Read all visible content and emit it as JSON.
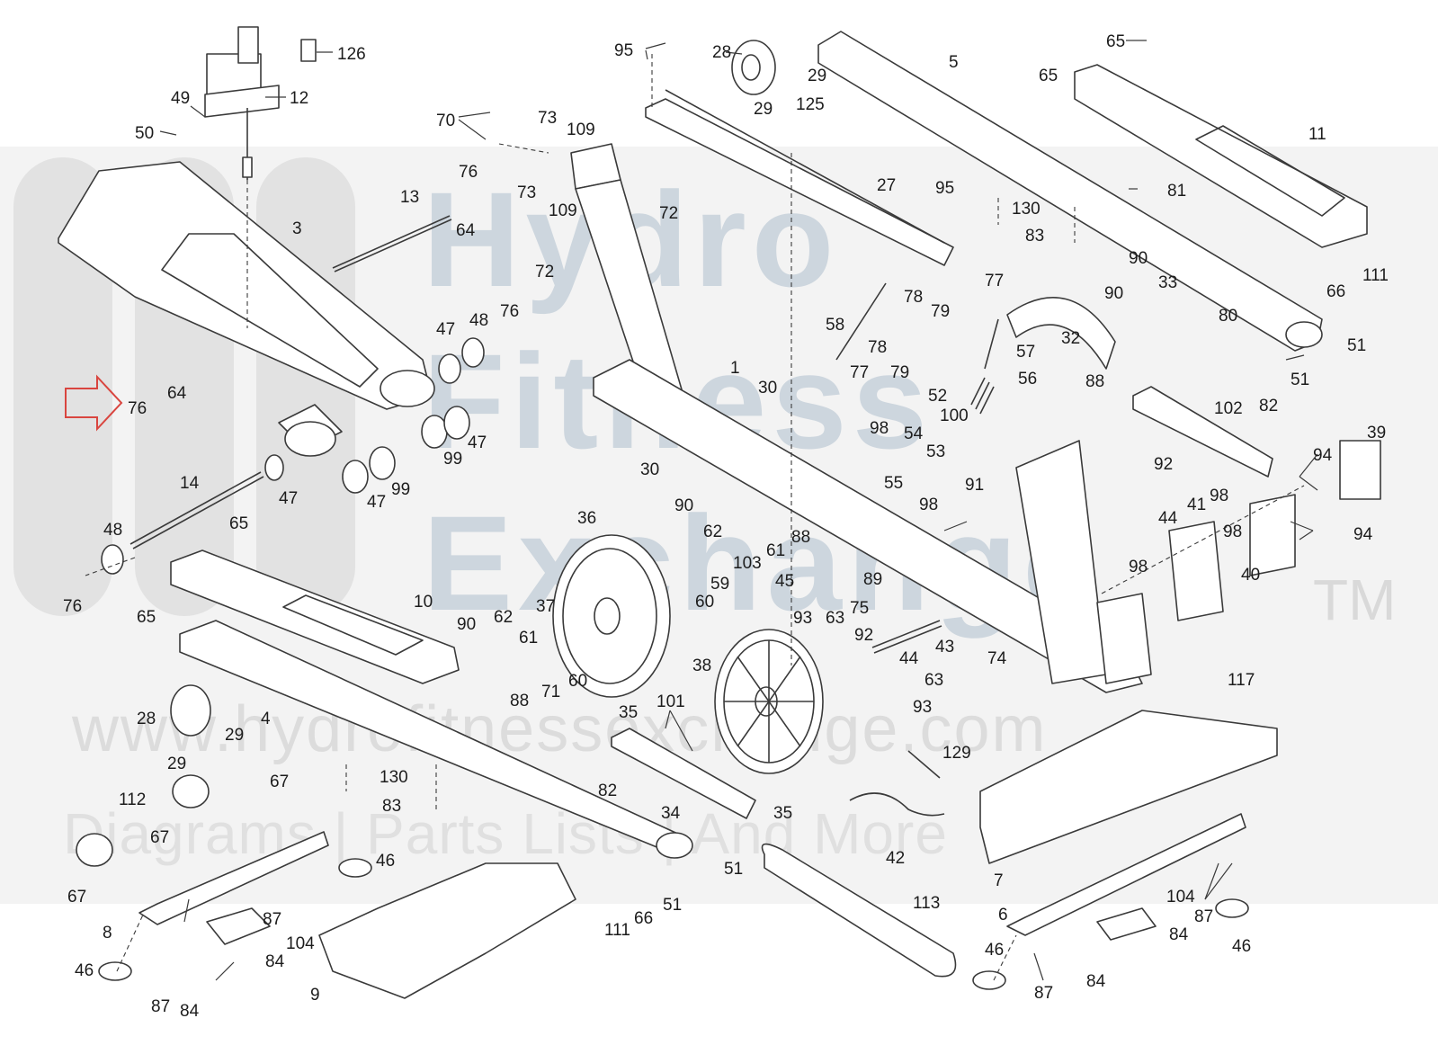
{
  "watermark": {
    "line1": "Hydro",
    "line2": "Fitness",
    "line3": "Exchange",
    "tm": "TM",
    "url": "www.hydrofitnessexchange.com",
    "tagline": "Diagrams | Parts Lists | And More"
  },
  "callouts": [
    {
      "id": "c126",
      "text": "126"
    },
    {
      "id": "c12",
      "text": "12"
    },
    {
      "id": "c49",
      "text": "49"
    },
    {
      "id": "c50",
      "text": "50"
    },
    {
      "id": "c3",
      "text": "3"
    },
    {
      "id": "c13",
      "text": "13"
    },
    {
      "id": "c76a",
      "text": "76"
    },
    {
      "id": "c64a",
      "text": "64"
    },
    {
      "id": "c47a",
      "text": "47"
    },
    {
      "id": "c48a",
      "text": "48"
    },
    {
      "id": "c76b",
      "text": "76"
    },
    {
      "id": "c76c",
      "text": "76"
    },
    {
      "id": "c64b",
      "text": "64"
    },
    {
      "id": "c99a",
      "text": "99"
    },
    {
      "id": "c47b",
      "text": "47"
    },
    {
      "id": "c47c",
      "text": "47"
    },
    {
      "id": "c99b",
      "text": "99"
    },
    {
      "id": "c47d",
      "text": "47"
    },
    {
      "id": "c14",
      "text": "14"
    },
    {
      "id": "c48b",
      "text": "48"
    },
    {
      "id": "c65a",
      "text": "65"
    },
    {
      "id": "c76d",
      "text": "76"
    },
    {
      "id": "c65b",
      "text": "65"
    },
    {
      "id": "c10",
      "text": "10"
    },
    {
      "id": "c70",
      "text": "70"
    },
    {
      "id": "c73a",
      "text": "73"
    },
    {
      "id": "c109a",
      "text": "109"
    },
    {
      "id": "c73b",
      "text": "73"
    },
    {
      "id": "c109b",
      "text": "109"
    },
    {
      "id": "c72a",
      "text": "72"
    },
    {
      "id": "c72b",
      "text": "72"
    },
    {
      "id": "c95a",
      "text": "95"
    },
    {
      "id": "c28a",
      "text": "28"
    },
    {
      "id": "c29a",
      "text": "29"
    },
    {
      "id": "c29b",
      "text": "29"
    },
    {
      "id": "c125",
      "text": "125"
    },
    {
      "id": "c5",
      "text": "5"
    },
    {
      "id": "c65c",
      "text": "65"
    },
    {
      "id": "c65d",
      "text": "65"
    },
    {
      "id": "c11",
      "text": "11"
    },
    {
      "id": "c27",
      "text": "27"
    },
    {
      "id": "c95b",
      "text": "95"
    },
    {
      "id": "c130a",
      "text": "130"
    },
    {
      "id": "c83a",
      "text": "83"
    },
    {
      "id": "c81",
      "text": "81"
    },
    {
      "id": "c90a",
      "text": "90"
    },
    {
      "id": "c90b",
      "text": "90"
    },
    {
      "id": "c33",
      "text": "33"
    },
    {
      "id": "c111a",
      "text": "111"
    },
    {
      "id": "c66a",
      "text": "66"
    },
    {
      "id": "c80",
      "text": "80"
    },
    {
      "id": "c51a",
      "text": "51"
    },
    {
      "id": "c51b",
      "text": "51"
    },
    {
      "id": "c88a",
      "text": "88"
    },
    {
      "id": "c77a",
      "text": "77"
    },
    {
      "id": "c78a",
      "text": "78"
    },
    {
      "id": "c79a",
      "text": "79"
    },
    {
      "id": "c78b",
      "text": "78"
    },
    {
      "id": "c79b",
      "text": "79"
    },
    {
      "id": "c58",
      "text": "58"
    },
    {
      "id": "c77b",
      "text": "77"
    },
    {
      "id": "c57",
      "text": "57"
    },
    {
      "id": "c32",
      "text": "32"
    },
    {
      "id": "c56",
      "text": "56"
    },
    {
      "id": "c52",
      "text": "52"
    },
    {
      "id": "c100",
      "text": "100"
    },
    {
      "id": "c1",
      "text": "1"
    },
    {
      "id": "c30a",
      "text": "30"
    },
    {
      "id": "c30b",
      "text": "30"
    },
    {
      "id": "c102",
      "text": "102"
    },
    {
      "id": "c82a",
      "text": "82"
    },
    {
      "id": "c39",
      "text": "39"
    },
    {
      "id": "c98a",
      "text": "98"
    },
    {
      "id": "c54",
      "text": "54"
    },
    {
      "id": "c53",
      "text": "53"
    },
    {
      "id": "c55",
      "text": "55"
    },
    {
      "id": "c98b",
      "text": "98"
    },
    {
      "id": "c91",
      "text": "91"
    },
    {
      "id": "c92a",
      "text": "92"
    },
    {
      "id": "c94a",
      "text": "94"
    },
    {
      "id": "c44a",
      "text": "44"
    },
    {
      "id": "c41",
      "text": "41"
    },
    {
      "id": "c98c",
      "text": "98"
    },
    {
      "id": "c98d",
      "text": "98"
    },
    {
      "id": "c94b",
      "text": "94"
    },
    {
      "id": "c40",
      "text": "40"
    },
    {
      "id": "c98e",
      "text": "98"
    },
    {
      "id": "c36",
      "text": "36"
    },
    {
      "id": "c90c",
      "text": "90"
    },
    {
      "id": "c62a",
      "text": "62"
    },
    {
      "id": "c88b",
      "text": "88"
    },
    {
      "id": "c61a",
      "text": "61"
    },
    {
      "id": "c103",
      "text": "103"
    },
    {
      "id": "c59",
      "text": "59"
    },
    {
      "id": "c60a",
      "text": "60"
    },
    {
      "id": "c45",
      "text": "45"
    },
    {
      "id": "c89",
      "text": "89"
    },
    {
      "id": "c75",
      "text": "75"
    },
    {
      "id": "c93a",
      "text": "93"
    },
    {
      "id": "c63a",
      "text": "63"
    },
    {
      "id": "c92b",
      "text": "92"
    },
    {
      "id": "c43",
      "text": "43"
    },
    {
      "id": "c74",
      "text": "74"
    },
    {
      "id": "c44b",
      "text": "44"
    },
    {
      "id": "c63b",
      "text": "63"
    },
    {
      "id": "c93b",
      "text": "93"
    },
    {
      "id": "c117",
      "text": "117"
    },
    {
      "id": "c37",
      "text": "37"
    },
    {
      "id": "c90d",
      "text": "90"
    },
    {
      "id": "c62b",
      "text": "62"
    },
    {
      "id": "c61b",
      "text": "61"
    },
    {
      "id": "c60b",
      "text": "60"
    },
    {
      "id": "c71",
      "text": "71"
    },
    {
      "id": "c88c",
      "text": "88"
    },
    {
      "id": "c38",
      "text": "38"
    },
    {
      "id": "c35a",
      "text": "35"
    },
    {
      "id": "c101",
      "text": "101"
    },
    {
      "id": "c28b",
      "text": "28"
    },
    {
      "id": "c29c",
      "text": "29"
    },
    {
      "id": "c29d",
      "text": "29"
    },
    {
      "id": "c4",
      "text": "4"
    },
    {
      "id": "c130b",
      "text": "130"
    },
    {
      "id": "c83b",
      "text": "83"
    },
    {
      "id": "c82b",
      "text": "82"
    },
    {
      "id": "c34",
      "text": "34"
    },
    {
      "id": "c35b",
      "text": "35"
    },
    {
      "id": "c51c",
      "text": "51"
    },
    {
      "id": "c129",
      "text": "129"
    },
    {
      "id": "c42",
      "text": "42"
    },
    {
      "id": "c7",
      "text": "7"
    },
    {
      "id": "c67a",
      "text": "67"
    },
    {
      "id": "c112",
      "text": "112"
    },
    {
      "id": "c67b",
      "text": "67"
    },
    {
      "id": "c67c",
      "text": "67"
    },
    {
      "id": "c46a",
      "text": "46"
    },
    {
      "id": "c8",
      "text": "8"
    },
    {
      "id": "c87a",
      "text": "87"
    },
    {
      "id": "c104a",
      "text": "104"
    },
    {
      "id": "c84a",
      "text": "84"
    },
    {
      "id": "c46b",
      "text": "46"
    },
    {
      "id": "c87b",
      "text": "87"
    },
    {
      "id": "c84b",
      "text": "84"
    },
    {
      "id": "c9",
      "text": "9"
    },
    {
      "id": "c111b",
      "text": "111"
    },
    {
      "id": "c66b",
      "text": "66"
    },
    {
      "id": "c51d",
      "text": "51"
    },
    {
      "id": "c113",
      "text": "113"
    },
    {
      "id": "c6",
      "text": "6"
    },
    {
      "id": "c104b",
      "text": "104"
    },
    {
      "id": "c87c",
      "text": "87"
    },
    {
      "id": "c46c",
      "text": "46"
    },
    {
      "id": "c84c",
      "text": "84"
    },
    {
      "id": "c46d",
      "text": "46"
    },
    {
      "id": "c87d",
      "text": "87"
    },
    {
      "id": "c84d",
      "text": "84"
    }
  ],
  "colors": {
    "line": "#3a3a3a",
    "arrow": "#d9453f",
    "label": "#1c1c1c"
  }
}
